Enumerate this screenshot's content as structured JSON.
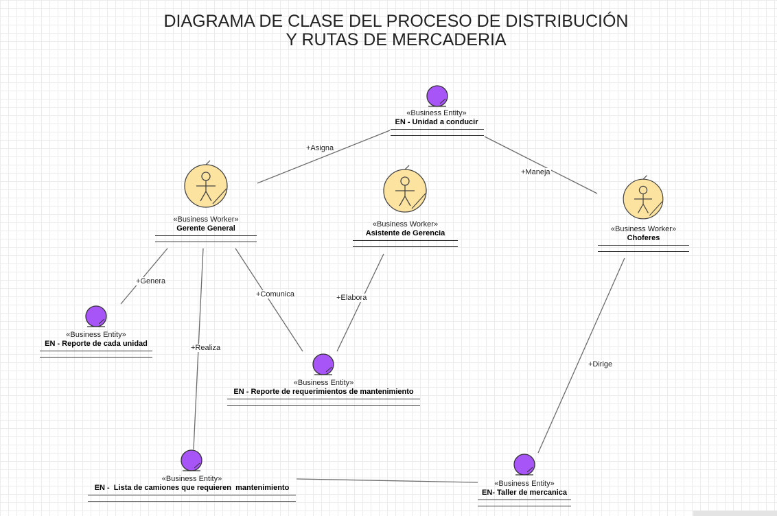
{
  "title": {
    "line1": "DIAGRAMA DE CLASE DEL PROCESO DE DISTRIBUCIÓN",
    "line2": "Y RUTAS DE MERCADERIA"
  },
  "colors": {
    "entity_fill": "#a855f7",
    "worker_fill": "#fde3a0",
    "line": "#6b6b6b"
  },
  "nodes": {
    "unidad": {
      "kind": "entity",
      "stereotype": "«Business Entity»",
      "name": "EN - Unidad a conducir"
    },
    "gerente": {
      "kind": "worker",
      "stereotype": "«Business Worker»",
      "name": "Gerente General"
    },
    "asistente": {
      "kind": "worker",
      "stereotype": "«Business Worker»",
      "name": "Asistente de Gerencia"
    },
    "choferes": {
      "kind": "worker",
      "stereotype": "«Business Worker»",
      "name": "Choferes"
    },
    "reporte_unidad": {
      "kind": "entity",
      "stereotype": "«Business Entity»",
      "name": "EN - Reporte de cada unidad"
    },
    "reporte_mant": {
      "kind": "entity",
      "stereotype": "«Business Entity»",
      "name": "EN - Reporte de requerimientos de mantenimiento"
    },
    "lista": {
      "kind": "entity",
      "stereotype": "«Business Entity»",
      "name": "EN -  Lista de camiones que requieren  mantenimiento"
    },
    "taller": {
      "kind": "entity",
      "stereotype": "«Business Entity»",
      "name": "EN- Taller de mercanica"
    }
  },
  "associations": {
    "asigna": "+Asigna",
    "maneja": "+Maneja",
    "genera": "+Genera",
    "comunica": "+Comunica",
    "elabora": "+Elabora",
    "realiza": "+Realiza",
    "dirige": "+Dirige"
  }
}
